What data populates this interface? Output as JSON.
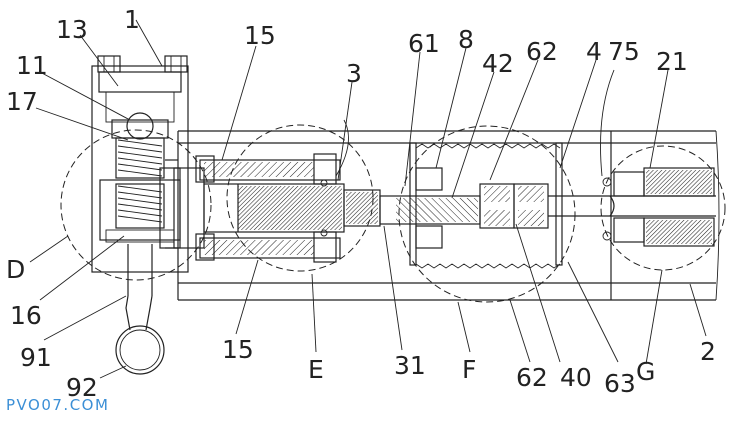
{
  "labels": {
    "n1": "1",
    "n13": "13",
    "n15a": "15",
    "n11": "11",
    "n17": "17",
    "n3": "3",
    "n61": "61",
    "n8": "8",
    "n42": "42",
    "n62a": "62",
    "n4": "4",
    "n75": "75",
    "n21": "21",
    "D": "D",
    "n16": "16",
    "n91": "91",
    "n92": "92",
    "n15b": "15",
    "E": "E",
    "n31": "31",
    "F": "F",
    "n62b": "62",
    "n40": "40",
    "n63": "63",
    "G": "G",
    "n2": "2"
  },
  "watermark": "PVO07.COM",
  "colors": {
    "line": "#222222",
    "watermark": "#3b8fd6",
    "background": "#ffffff"
  }
}
